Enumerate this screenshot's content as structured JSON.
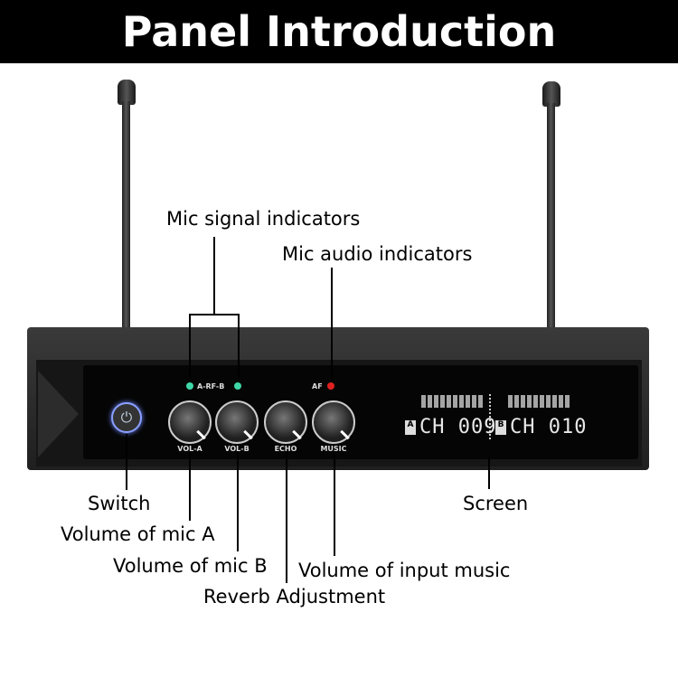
{
  "title": "Panel Introduction",
  "labels": {
    "mic_signal": "Mic signal indicators",
    "mic_audio": "Mic audio indicators",
    "switch": "Switch",
    "vol_a": "Volume of mic A",
    "vol_b": "Volume of mic B",
    "reverb": "Reverb Adjustment",
    "music": "Volume of input music",
    "screen": "Screen"
  },
  "panel": {
    "rf_label": "A-RF-B",
    "af_label": "AF",
    "knobs": [
      "VOL-A",
      "VOL-B",
      "ECHO",
      "MUSIC"
    ],
    "screen": {
      "a_badge": "A",
      "a_channel": "CH 009",
      "b_badge": "B",
      "b_channel": "CH 010"
    }
  },
  "colors": {
    "rf_led": "#3fd6a8",
    "af_led": "#e02020"
  }
}
